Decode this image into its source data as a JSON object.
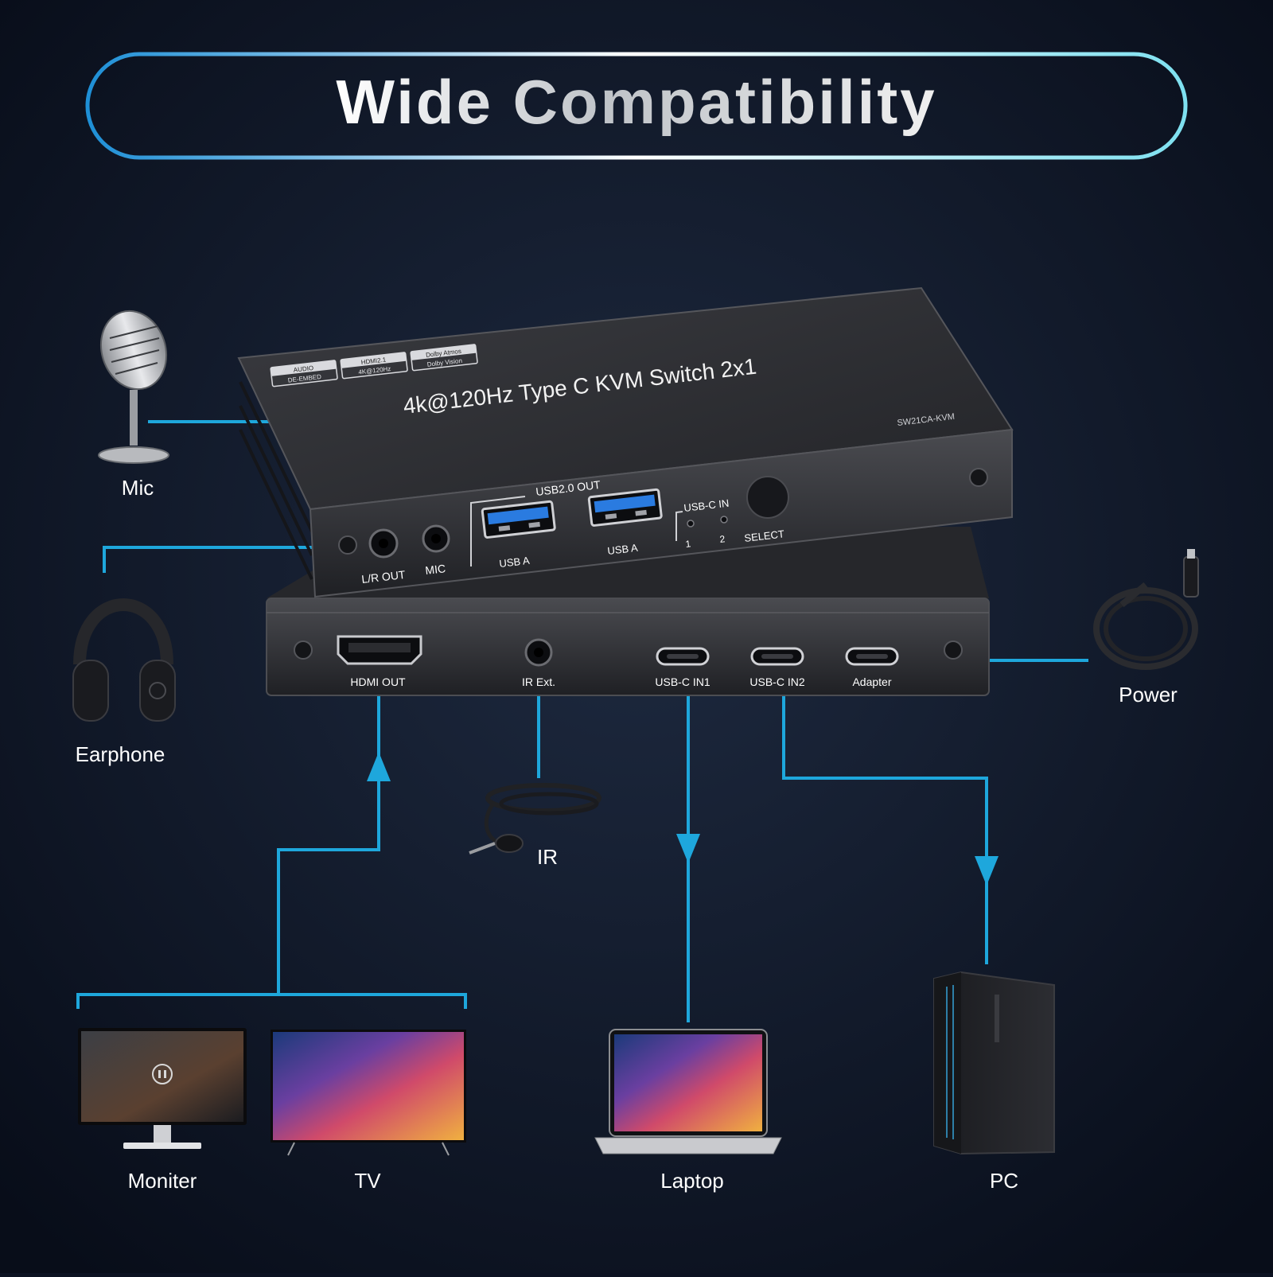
{
  "title": "Wide Compatibility",
  "device": {
    "name": "4k@120Hz Type C KVM Switch 2x1",
    "model": "SW21CA-KVM",
    "badges": [
      {
        "line1": "AUDIO",
        "line2": "DE-EMBED"
      },
      {
        "line1": "HDMI2.1",
        "line2": "4K@120Hz"
      },
      {
        "line1": "Dolby Atmos",
        "line2": "Dolby Vision"
      }
    ],
    "top_ports": {
      "usb_group": "USB2.0 OUT",
      "usb_a_1": "USB A",
      "usb_a_2": "USB A",
      "usbc_in": "USB-C IN",
      "select_1": "1",
      "select_2": "2",
      "select": "SELECT",
      "lr_out": "L/R OUT",
      "mic": "MIC"
    },
    "bottom_ports": {
      "hdmi_out": "HDMI OUT",
      "ir_ext": "IR Ext.",
      "usbc_in1": "USB-C IN1",
      "usbc_in2": "USB-C IN2",
      "adapter": "Adapter"
    }
  },
  "peripherals": {
    "mic": "Mic",
    "earphone": "Earphone",
    "power": "Power",
    "ir": "IR",
    "monitor": "Moniter",
    "tv": "TV",
    "laptop": "Laptop",
    "pc": "PC"
  },
  "colors": {
    "background": "#0c1222",
    "connector_line": "#1ea7dc",
    "device_body": "#2a2b2f",
    "label_text": "#ffffff"
  }
}
